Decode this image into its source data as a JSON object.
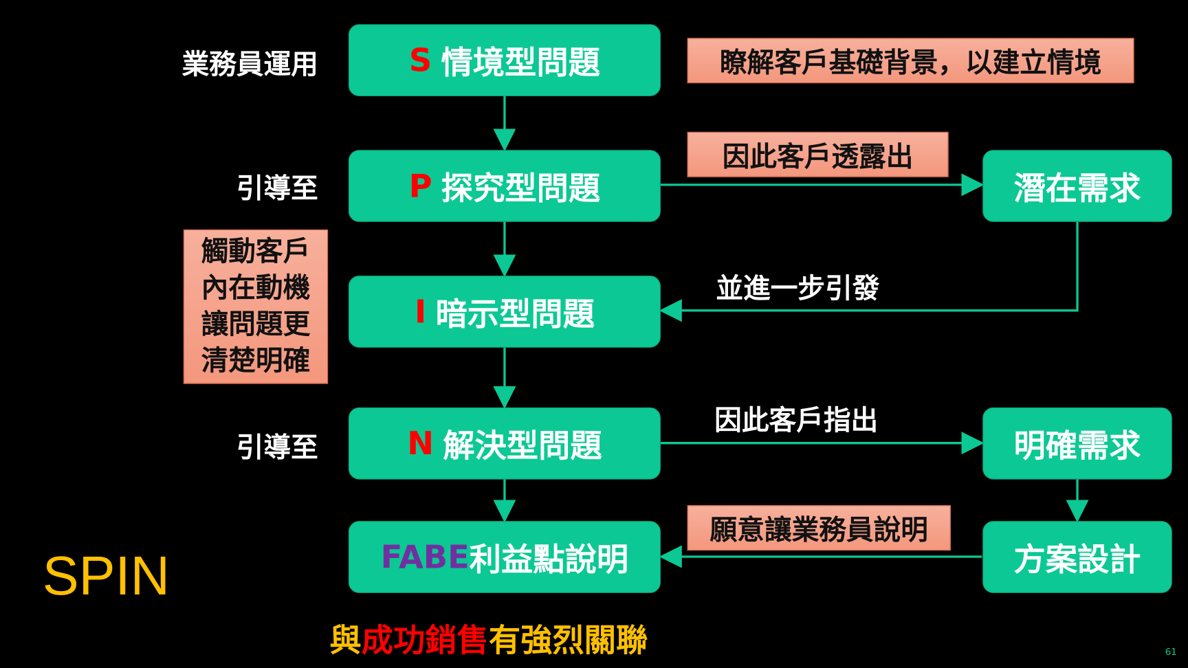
{
  "colors": {
    "box": "#0cc894",
    "note": "#f4a08a",
    "accent_red": "#ff0000",
    "spin": "#ffc000",
    "fabe": "#7030a0"
  },
  "left_labels": [
    "業務員運用",
    "引導至",
    "引導至"
  ],
  "main_steps": [
    {
      "letter": "S",
      "text": "情境型問題"
    },
    {
      "letter": "P",
      "text": "探究型問題"
    },
    {
      "letter": "I",
      "text": "暗示型問題"
    },
    {
      "letter": "N",
      "text": "解決型問題"
    },
    {
      "letter": "FABE",
      "text": "利益點說明"
    }
  ],
  "right_steps": [
    "潛在需求",
    "明確需求",
    "方案設計"
  ],
  "notes": {
    "situation": "瞭解客戶基礎背景，以建立情境",
    "reveal": "因此客戶透露出",
    "motivation": [
      "觸動客戶",
      "內在動機",
      "讓問題更",
      "清楚明確"
    ],
    "willing": "願意讓業務員說明"
  },
  "arrow_labels": {
    "further": "並進一步引發",
    "point_out": "因此客戶指出"
  },
  "title": "SPIN",
  "footer": {
    "part1": "與",
    "part2": "成功銷售",
    "part3": "有強烈關聯"
  },
  "page_number": "61"
}
